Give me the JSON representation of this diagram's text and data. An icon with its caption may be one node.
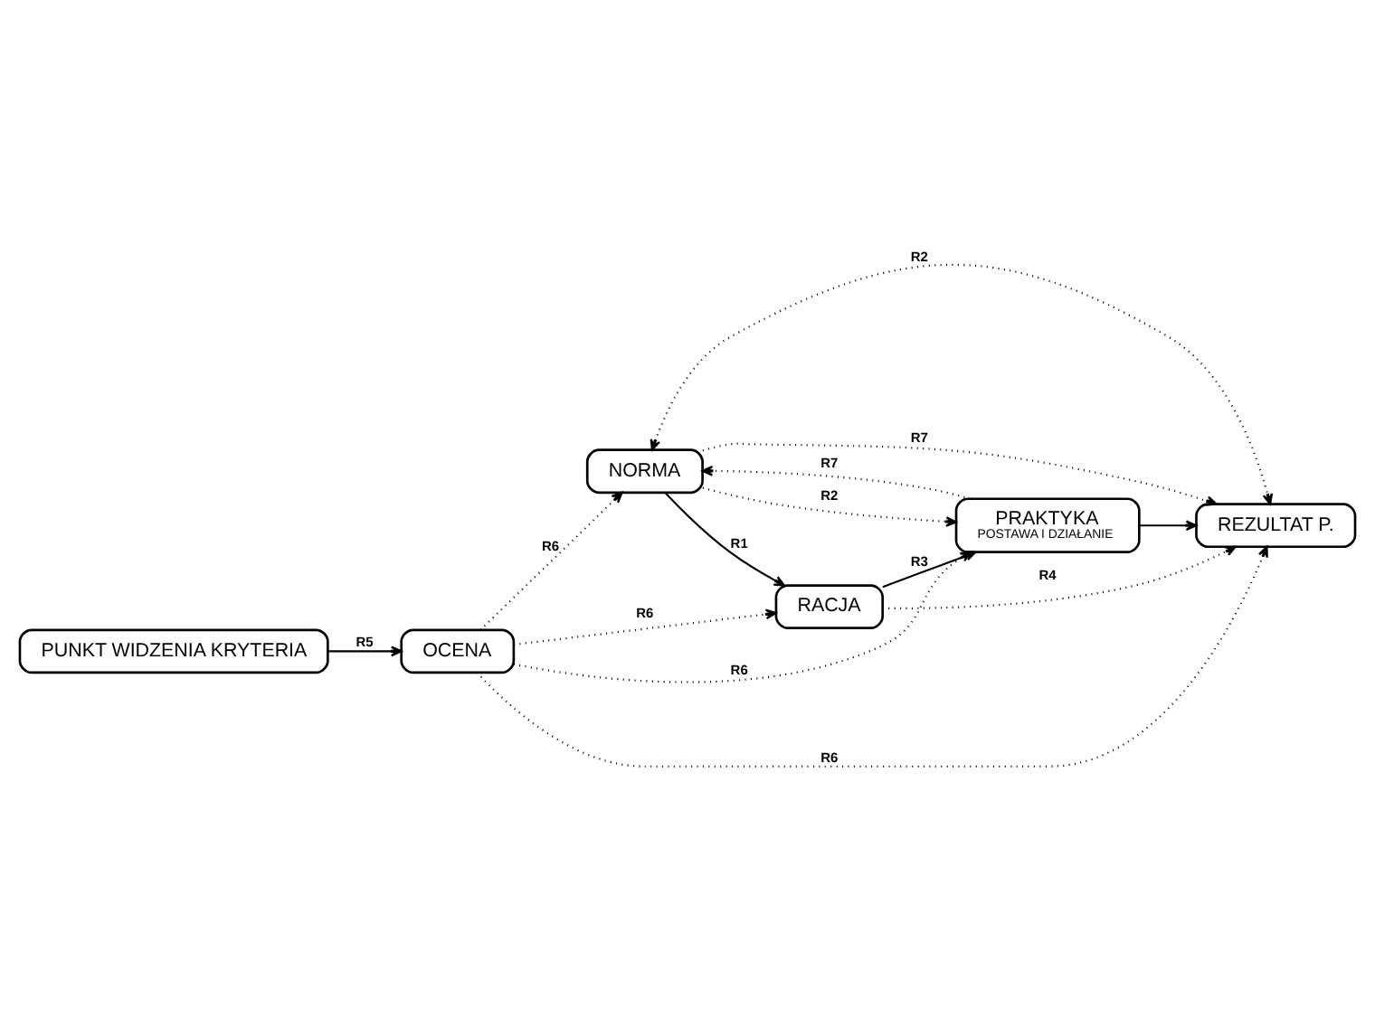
{
  "diagram": {
    "nodes": [
      {
        "text": [
          "NORMA"
        ]
      },
      {
        "text": [
          "RACJA"
        ]
      },
      {
        "text": [
          "PRAKTYKA",
          "POSTAWA I DZIAŁANIE"
        ]
      },
      {
        "text": [
          "REZULTAT P."
        ]
      },
      {
        "text": [
          "OCENA"
        ]
      },
      {
        "text": [
          "PUNKT WIDZENIA KRYTERIA"
        ]
      }
    ],
    "edges": [
      {
        "from": 0,
        "to": 1,
        "arrow": "to",
        "label": "R1"
      },
      {
        "from": 1,
        "to": 2,
        "arrow": "to",
        "label": "R3"
      },
      {
        "from": 2,
        "to": 3,
        "arrow": "to"
      },
      {
        "from": 5,
        "to": 4,
        "arrow": "to",
        "label": "R5"
      },
      {
        "from": 0,
        "to": 3,
        "arrow": "both",
        "label": "R2",
        "style": "dashed"
      },
      {
        "from": 0,
        "to": 3,
        "arrow": "to",
        "label": "R7",
        "style": "dashed"
      },
      {
        "from": 1,
        "to": 3,
        "arrow": "to",
        "label": "R4",
        "style": "dashed"
      },
      {
        "from": 2,
        "to": 0,
        "arrow": "to",
        "label": "R7",
        "style": "dashed"
      },
      {
        "from": 0,
        "to": 2,
        "arrow": "to",
        "label": "R2",
        "style": "dashed"
      },
      {
        "from": 4,
        "to": 0,
        "arrow": "to",
        "label": "R6",
        "style": "dashed"
      },
      {
        "from": 4,
        "to": 1,
        "arrow": "to",
        "label": "R6",
        "style": "dashed"
      },
      {
        "from": 4,
        "to": 2,
        "arrow": "to",
        "label": "R6",
        "style": "dashed"
      },
      {
        "from": 4,
        "to": 3,
        "arrow": "to",
        "label": "R6",
        "style": "dashed"
      }
    ]
  }
}
